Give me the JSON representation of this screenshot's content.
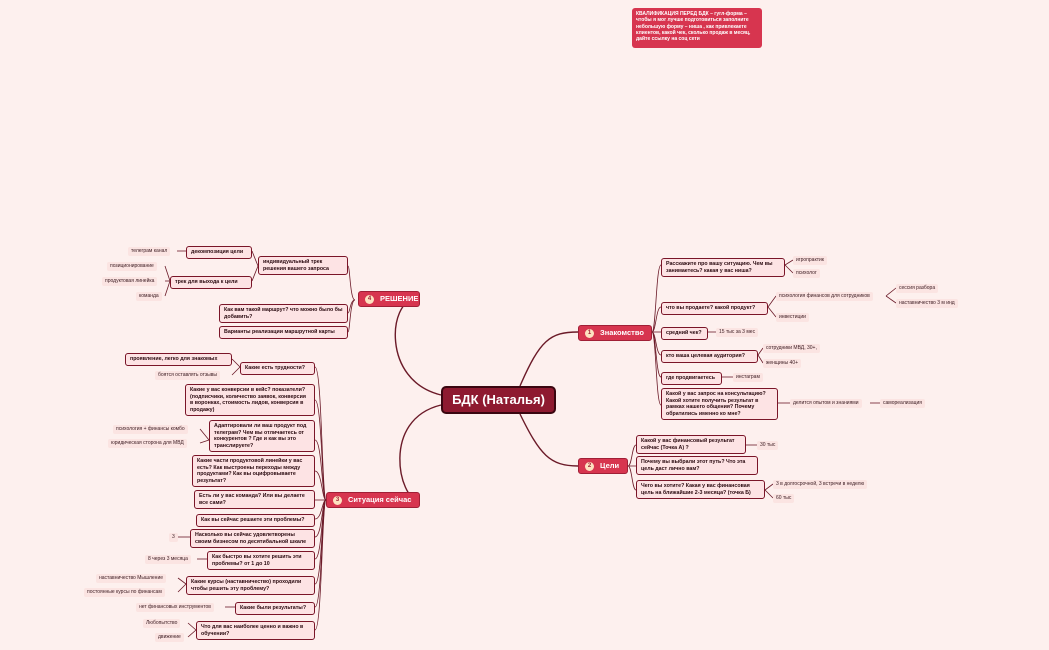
{
  "note": "КВАЛИФИКАЦИЯ ПЕРЕД БДК – гугл-форма – чтобы я мог лучше подготовиться заполните небольшую форму – ниша , как привлекаете клиентов, какой чек, сколько продаж в месяц, дайте ссылку на соц сети",
  "central": "БДК (Наталья)",
  "topics": {
    "t1": {
      "num": "1",
      "label": "Знакомство"
    },
    "t2": {
      "num": "2",
      "label": "Цели"
    },
    "t3": {
      "num": "3",
      "label": "Ситуация сейчас"
    },
    "t4": {
      "num": "4",
      "label": "РЕШЕНИЕ"
    }
  },
  "t1": {
    "q1": "Расскажите про вашу ситуацию. Чем вы занимаетесь? какая у вас ниша?",
    "q1a": "игропрактик",
    "q1b": "психолог",
    "q2": "что вы продаете? какой продукт?",
    "q2a": "психология финансов для сотрудников",
    "q2a1": "сессия разбора",
    "q2a2": "наставничество 3 м инд",
    "q2b": "инвестиции",
    "q3": "средний чек?",
    "q3a": "15 тыс за 3 мес",
    "q4": "кто ваша целевая аудитория?",
    "q4a": "сотрудники МВД, 30+,",
    "q4b": "женщины 40+",
    "q5": "где продвигаетесь",
    "q5a": "инстаграм",
    "q6": "Какой у вас запрос на консультацию? Какой хотите получить результат в рамках нашего общения? Почему обратились именно ко мне?",
    "q6a": "делится опытом и знаниями",
    "q6b": "самореализация"
  },
  "t2": {
    "q1": "Какой у вас финансовый результат сейчас (Точка А) ?",
    "q1a": "30 тыс",
    "q2": "Почему вы выбрали этот путь? Что эта цель даст лично вам?",
    "q3": "Чего вы хотите? Какая у вас финансовая цель на ближайшие 2-3 месяца? (точка Б)",
    "q3a": "3 в долгосрочной, 3 встречи в неделю",
    "q3b": "60 тыс"
  },
  "t3": {
    "q1": "Какие есть трудности?",
    "q1a": "проявление, легко для знакомых",
    "q1b": "боятся оставлять отзывы",
    "q2": "Какие у вас конверсии в кейс? показатели? (подписчики, количество заявок, конверсия в воронках, стоимость лидов, конверсия в продажу)",
    "q3": "Адаптировали ли ваш продукт под телеграм? Чем вы отличаетесь от конкурентов ? Где и как вы это транслируете?",
    "q3a": "психология + финансы комбо",
    "q3b": "юридическая сторона для МВД",
    "q4": "Какие части продуктовой линейки у вас есть? Как выстроены переходы между продуктами? Как вы оцифровываете результат?",
    "q5": "Есть ли у вас команда? Или вы делаете все сами?",
    "q6": "Как вы сейчас решаете эти проблемы?",
    "q7": "Насколько вы сейчас удовлетворены своим бизнесом по десятибальной шкале",
    "q7a": "3",
    "q8": "Как быстро вы хотите решить эти проблемы? от 1 до 10",
    "q8a": "8 через 3 месяца",
    "q9": "Какие курсы (наставничество) проходили чтобы решить эту проблему?",
    "q9a": "наставничество Мышление",
    "q9b": "постоянные курсы по финансам",
    "q10": "Какие были результаты?",
    "q10a": "нет финансовых инструментов",
    "q11": "Что для вас наиболее ценно и важно в обучении?",
    "q11a": "Любопытство",
    "q11b": "движение"
  },
  "t4": {
    "q1": "индивидуальный трек решения вашего запроса",
    "q1a": "декомпозиция цели",
    "q1a1": "телеграм канал",
    "q1b": "трек для выхода к цели",
    "q1b1": "позиционирование",
    "q1b2": "продуктовая линейка",
    "q1b3": "команда",
    "q2": "Как вам такой маршрут? что можно было бы добавить?",
    "q3": "Варианты реализации маршрутной карты"
  }
}
